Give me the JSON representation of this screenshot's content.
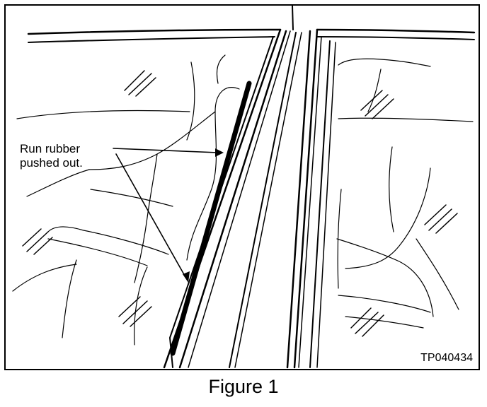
{
  "callout": {
    "line1": "Run rubber",
    "line2": "pushed out."
  },
  "reference_code": "TP040434",
  "caption": "Figure 1",
  "colors": {
    "ink": "#000000",
    "background": "#ffffff"
  }
}
